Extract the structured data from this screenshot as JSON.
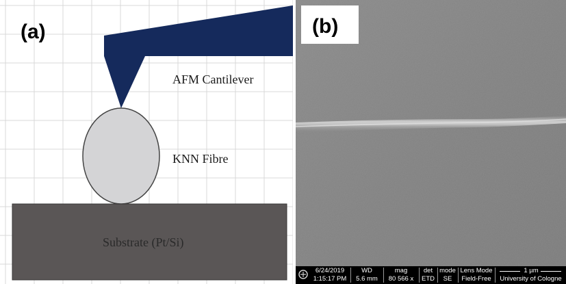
{
  "panel_a": {
    "letter": "(a)",
    "cantilever_label": "AFM Cantilever",
    "fibre_label": "KNN Fibre",
    "substrate_label": "Substrate (Pt/Si)",
    "colors": {
      "cantilever": "#152a5c",
      "fibre_fill": "#d4d4d6",
      "substrate": "#5a5656",
      "grid": "#d8d8d8"
    }
  },
  "panel_b": {
    "letter": "(b)",
    "scale_bar": {
      "date": "6/24/2019",
      "time": "1:15:17 PM",
      "wd_label": "WD",
      "wd_value": "5.6 mm",
      "mag_label": "mag",
      "mag_value": "80 566 x",
      "det_label": "det",
      "det_value": "ETD",
      "mode_label": "mode",
      "mode_value": "SE",
      "lens_label": "Lens Mode",
      "lens_value": "Field-Free",
      "scale_label": "1 µm",
      "institution": "University of Cologne"
    }
  }
}
